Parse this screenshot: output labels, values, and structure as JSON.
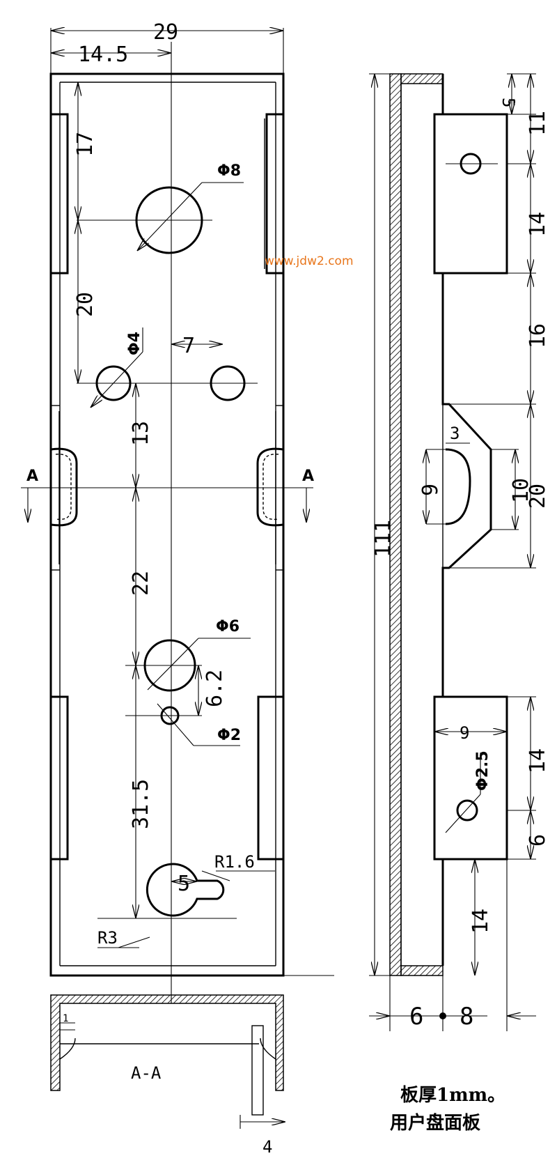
{
  "watermark": "www.jdw2.com",
  "front_view": {
    "width_total": "29",
    "half_width": "14.5",
    "dim_17": "17",
    "dim_20": "20",
    "dim_13": "13",
    "dim_22": "22",
    "dim_31_5": "31.5",
    "dim_7": "7",
    "dim_5": "5",
    "dim_6_2": "6.2",
    "hole_d8": "Φ8",
    "hole_d4": "Φ4",
    "hole_d6": "Φ6",
    "hole_d2": "Φ2",
    "radius_r1_6": "R1.6",
    "radius_r3": "R3",
    "section_mark": "A"
  },
  "section_view": {
    "label": "A-A",
    "dim_1": "1",
    "dim_4": "4"
  },
  "side_view": {
    "dim_5": "5",
    "dim_11": "11",
    "dim_14_top": "14",
    "dim_16": "16",
    "dim_20": "20",
    "dim_10": "10",
    "dim_9_slot": "9",
    "dim_3": "3",
    "dim_111": "111",
    "dim_9_width": "9",
    "hole_d2_5": "Φ2.5",
    "dim_14_mid": "14",
    "dim_6_small": "6",
    "dim_14_bottom": "14",
    "dim_6_bottom": "6",
    "dim_8_bottom": "8"
  },
  "notes": {
    "line1": "板厚1mm。",
    "line2": "用户盘面板"
  }
}
